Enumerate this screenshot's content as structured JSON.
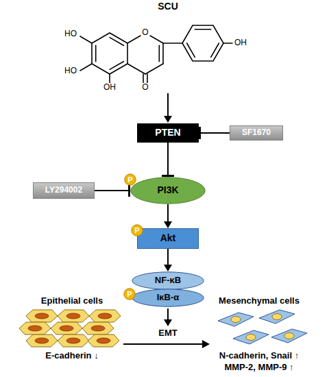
{
  "diagram": {
    "nodes": [
      {
        "text": [
          "PTEN"
        ]
      },
      {
        "text": [
          "SF1670"
        ]
      },
      {
        "text": [
          "LY294002"
        ]
      },
      {
        "text": [
          "P"
        ]
      },
      {
        "text": [
          "PI3K"
        ]
      },
      {
        "text": [
          "P"
        ]
      },
      {
        "text": [
          "Akt"
        ]
      },
      {
        "text": [
          "NF-κB"
        ]
      },
      {
        "text": [
          "P"
        ]
      },
      {
        "text": [
          "IκB-α"
        ]
      }
    ],
    "edges": [
      {
        "from": 1,
        "to": 0,
        "arrow": "to"
      },
      {
        "from": 0,
        "to": 4,
        "arrow": "to"
      },
      {
        "from": 2,
        "to": 4,
        "arrow": "to"
      },
      {
        "from": 4,
        "to": 6,
        "arrow": "to"
      },
      {
        "from": 6,
        "to": 7,
        "arrow": "to"
      }
    ],
    "labels": [
      "SCU",
      "HO",
      "HO",
      "OH",
      "O",
      "O",
      "OH",
      "Epithelial cells",
      "E-cadherin ↓",
      "EMT",
      "Mesenchymal cells",
      "N-cadherin, Snail ↑",
      "MMP-2, MMP-9 ↑"
    ]
  }
}
